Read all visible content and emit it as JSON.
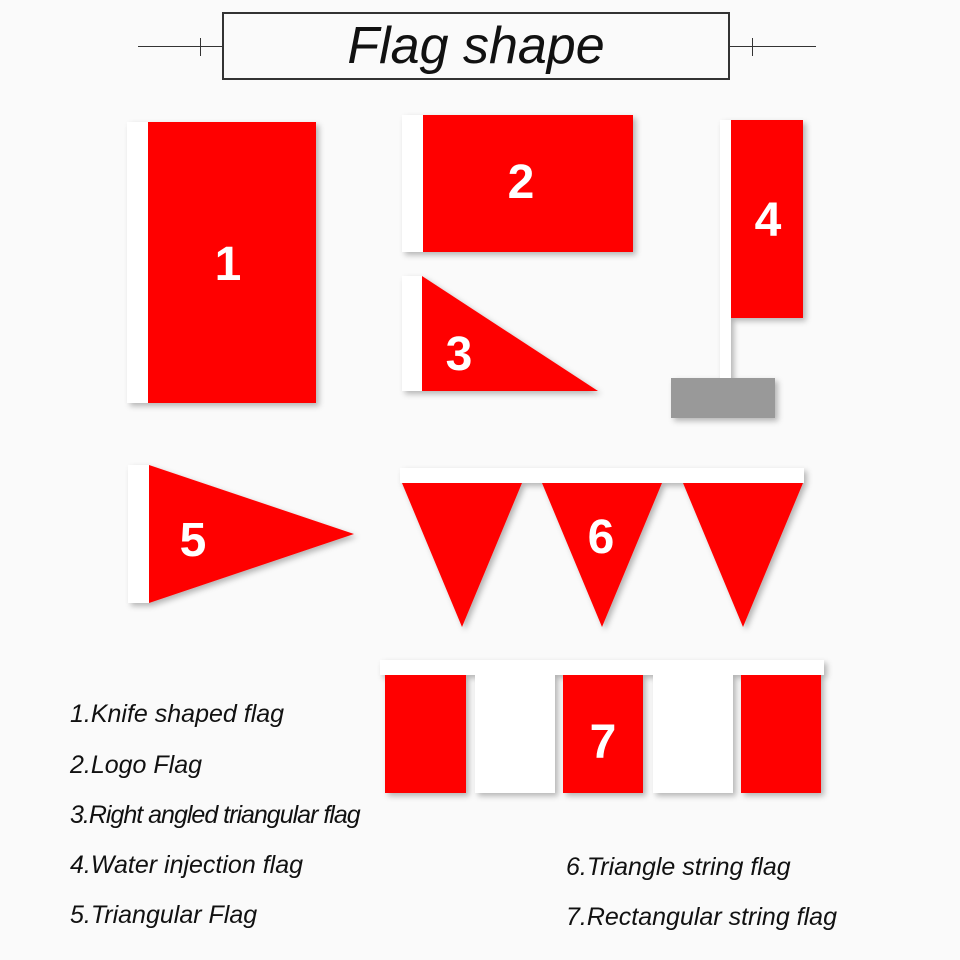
{
  "title": "Flag shape",
  "colors": {
    "flag": "#ff0000",
    "pole": "#ffffff",
    "base": "#999999",
    "number": "#ffffff"
  },
  "flags": [
    {
      "number": "1",
      "caption": "1.Knife shaped flag"
    },
    {
      "number": "2",
      "caption": "2.Logo Flag"
    },
    {
      "number": "3",
      "caption": "3.Right angled triangular flag"
    },
    {
      "number": "4",
      "caption": "4.Water injection flag"
    },
    {
      "number": "5",
      "caption": "5.Triangular Flag"
    },
    {
      "number": "6",
      "caption": "6.Triangle string flag"
    },
    {
      "number": "7",
      "caption": "7.Rectangular string flag"
    }
  ]
}
